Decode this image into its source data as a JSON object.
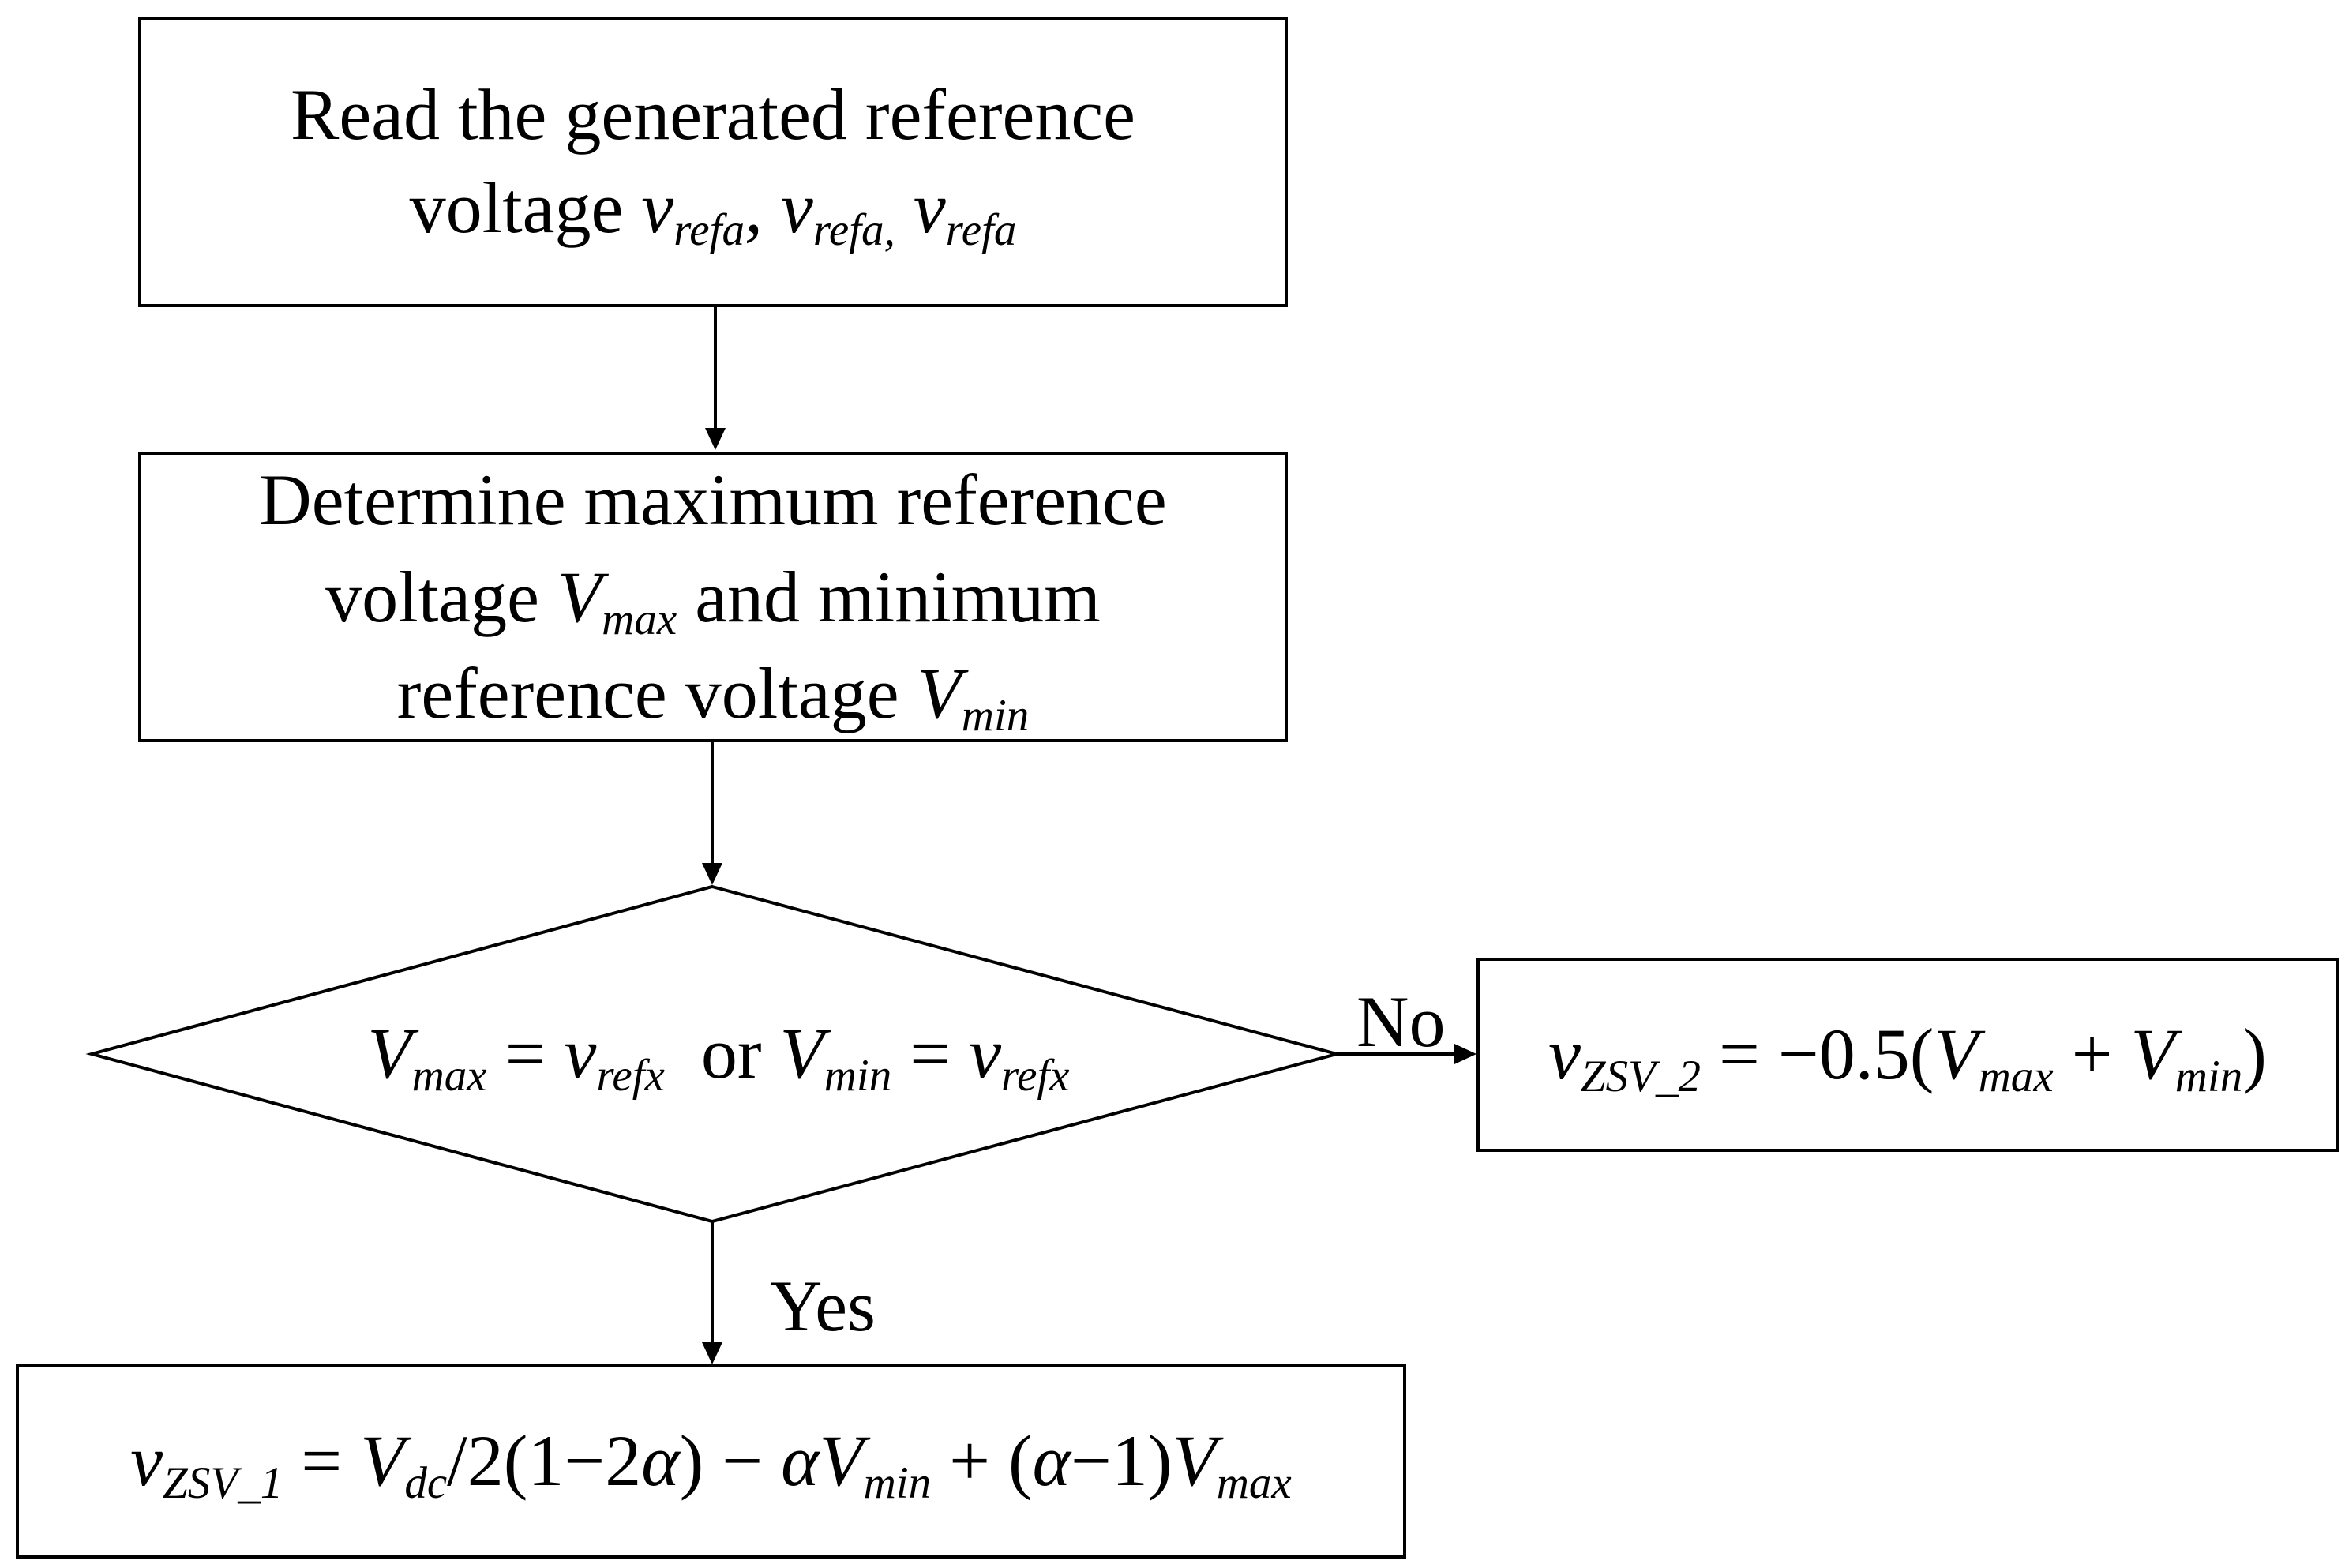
{
  "nodes": {
    "read_ref": {
      "line1": "Read the generated reference",
      "line2_word": "voltage",
      "v1": "v",
      "v1_sub": "refa",
      "sep1": ",",
      "v2": "v",
      "v2_sub": "refa,",
      "v3": "v",
      "v3_sub": "refa"
    },
    "determine": {
      "line1": "Determine maximum reference",
      "line2_pre": "voltage",
      "vmax": "V",
      "vmax_sub": "max",
      "line2_post": "and minimum",
      "line3_pre": "reference voltage",
      "vmin": "V",
      "vmin_sub": "min"
    },
    "decision": {
      "a": "V",
      "a_sub": "max",
      "eq1": "=",
      "b": "v",
      "b_sub": "refx",
      "or": "or",
      "c": "V",
      "c_sub": "min",
      "eq2": "=",
      "d": "v",
      "d_sub": "refx"
    },
    "zsv2": {
      "lhs": "v",
      "lhs_sub": "ZSV_2",
      "eq": "= −0.5(",
      "a": "V",
      "a_sub": "max",
      "plus": "+",
      "b": "V",
      "b_sub": "min",
      "close": ")"
    },
    "zsv1": {
      "lhs": "v",
      "lhs_sub": "ZSV_1",
      "eq": "=",
      "vdc": "V",
      "vdc_sub": "dc",
      "mid": "/2(1−2",
      "alpha1": "α",
      "mid2": ") −",
      "alpha2": "α",
      "vmin": "V",
      "vmin_sub": "min",
      "plus": "+ (",
      "alpha3": "α",
      "minus1": "−1)",
      "vmax": "V",
      "vmax_sub": "max"
    }
  },
  "edges": {
    "no_label": "No",
    "yes_label": "Yes"
  },
  "colors": {
    "stroke": "#000000",
    "background": "#ffffff"
  }
}
